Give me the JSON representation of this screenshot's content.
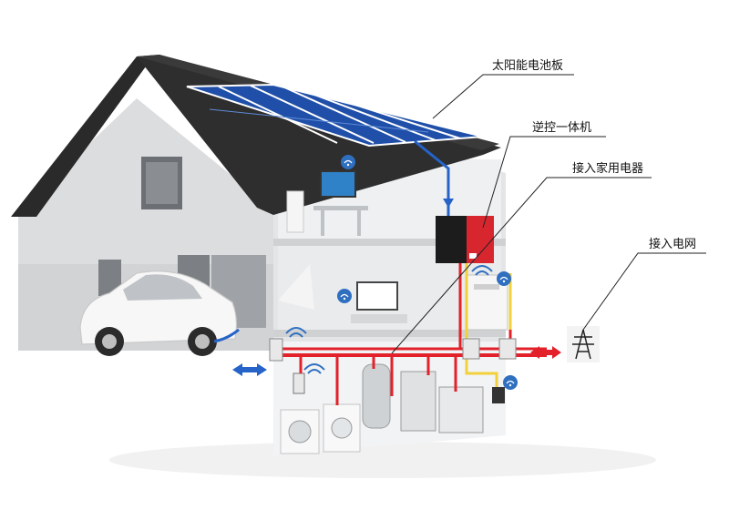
{
  "labels": {
    "solar_panel": "太阳能电池板",
    "inverter": "逆控一体机",
    "home_appliances": "接入家用电器",
    "grid": "接入电网"
  },
  "colors": {
    "roof": "#2a2a2a",
    "solar_cell": "#1f4fa8",
    "wall": "#d9dadb",
    "interior": "#eceeef",
    "dc_line": "#2563c9",
    "ac_line": "#e3212b",
    "signal_line": "#f2d03b",
    "inverter_red": "#d7262e",
    "inverter_black": "#1c1c1c"
  },
  "icons": [
    "wifi-icon",
    "power-pylon-icon",
    "bidirectional-arrow-icon"
  ]
}
